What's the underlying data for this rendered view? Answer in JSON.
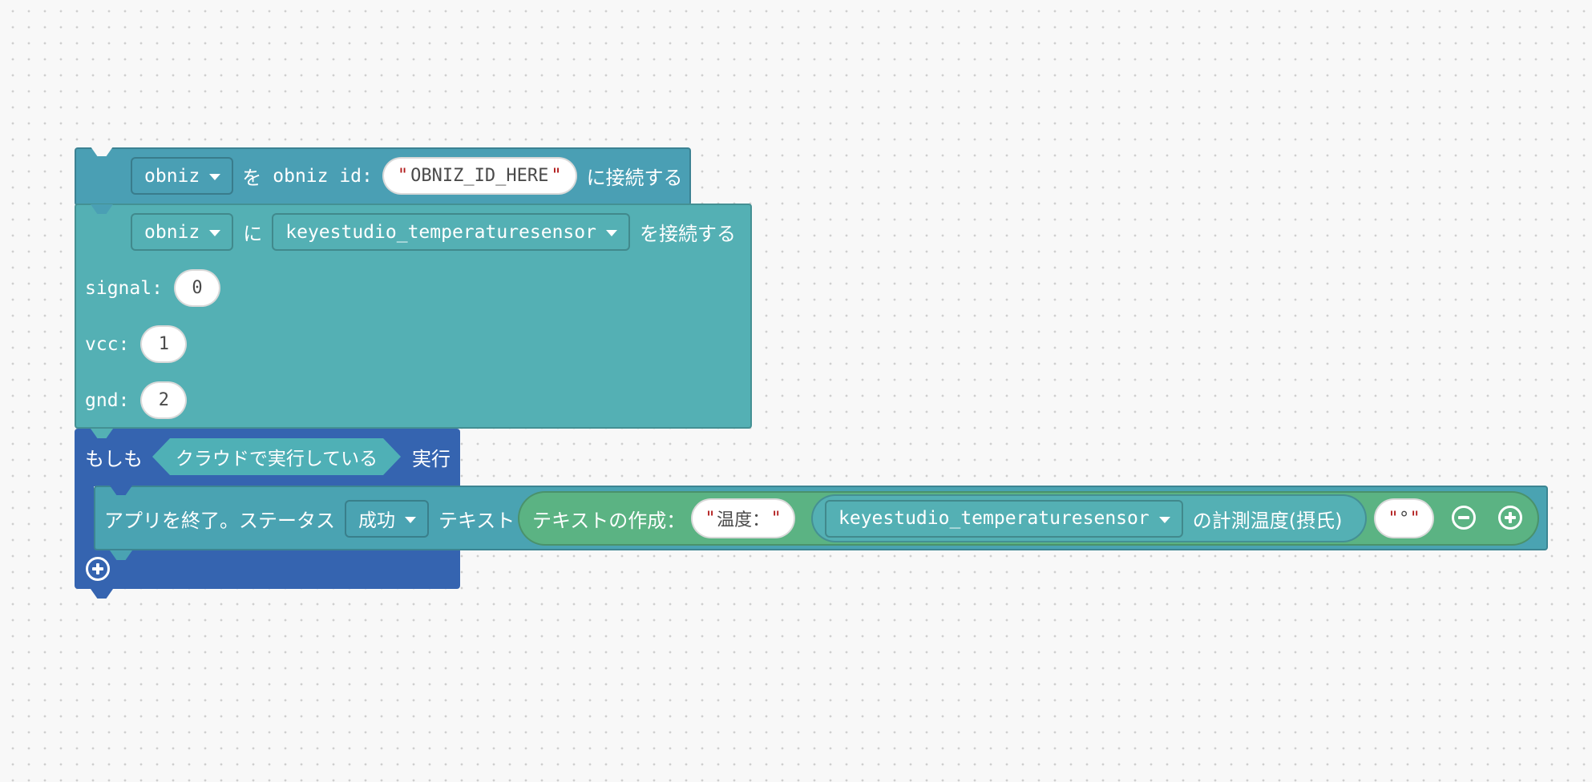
{
  "colors": {
    "canvas_bg": "#f8f8f8",
    "obniz_block": "#4a9fb4",
    "sensor_block": "#54b0b4",
    "control_block": "#3564b0",
    "exit_block": "#4aa3b2",
    "text_block": "#5bb383",
    "quote": "#b01818"
  },
  "connect_block": {
    "dropdown_value": "obniz",
    "label_wo": "を",
    "label_id": "obniz id:",
    "id_value": "OBNIZ_ID_HERE",
    "label_connect": "に接続する",
    "dropdown_icon": "chevron-down-icon"
  },
  "sensor_block": {
    "obniz_dropdown": "obniz",
    "label_ni": "に",
    "sensor_dropdown": "keyestudio_temperaturesensor",
    "label_connect": "を接続する",
    "signal_label": "signal:",
    "signal_value": "0",
    "vcc_label": "vcc:",
    "vcc_value": "1",
    "gnd_label": "gnd:",
    "gnd_value": "2"
  },
  "if_block": {
    "label_if": "もしも",
    "condition": "クラウドで実行している",
    "label_do": "実行",
    "add_icon": "plus-circle-icon"
  },
  "exit_block": {
    "label": "アプリを終了。ステータス",
    "status_dropdown": "成功",
    "label_text": "テキスト"
  },
  "text_join_block": {
    "label": "テキストの作成：",
    "string1": "温度：",
    "sensor_dropdown": "keyestudio_temperaturesensor",
    "sensor_label": "の計測温度(摂氏)",
    "string2": "°",
    "minus_icon": "minus-circle-icon",
    "plus_icon": "plus-circle-icon"
  }
}
